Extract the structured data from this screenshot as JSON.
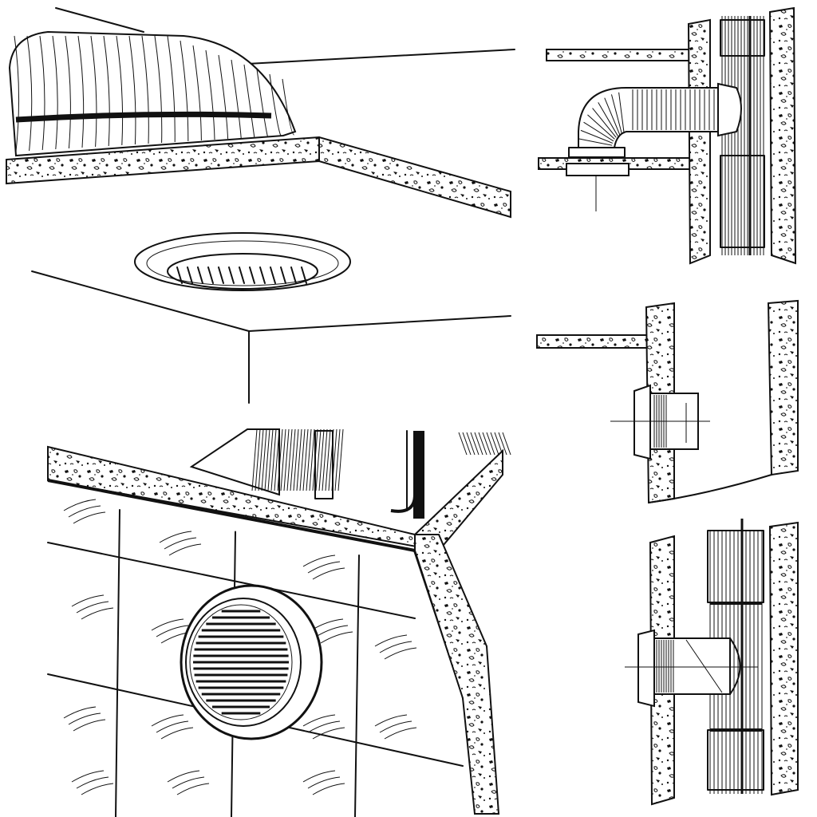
{
  "illustration": {
    "panels": [
      {
        "id": "ceiling-duct-grille"
      },
      {
        "id": "tiled-wall-grille"
      },
      {
        "id": "side-elbow-duct-through-wall"
      },
      {
        "id": "side-wall-grille-spigot"
      },
      {
        "id": "side-spigot-with-duct"
      }
    ],
    "colors": {
      "ink": "#111111",
      "paper": "#ffffff"
    }
  }
}
